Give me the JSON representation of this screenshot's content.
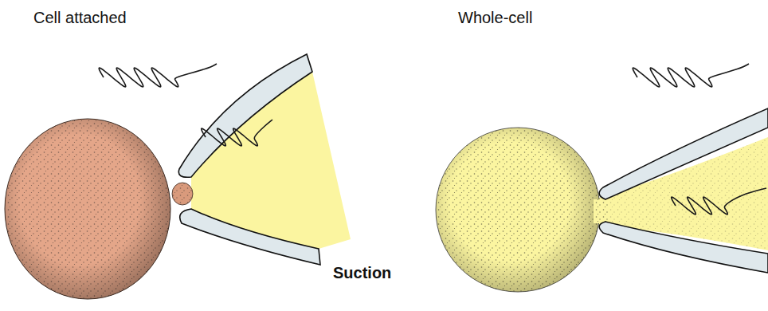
{
  "diagram": {
    "labels": [
      "Cell attached",
      "Whole-cell",
      "Suction"
    ]
  }
}
